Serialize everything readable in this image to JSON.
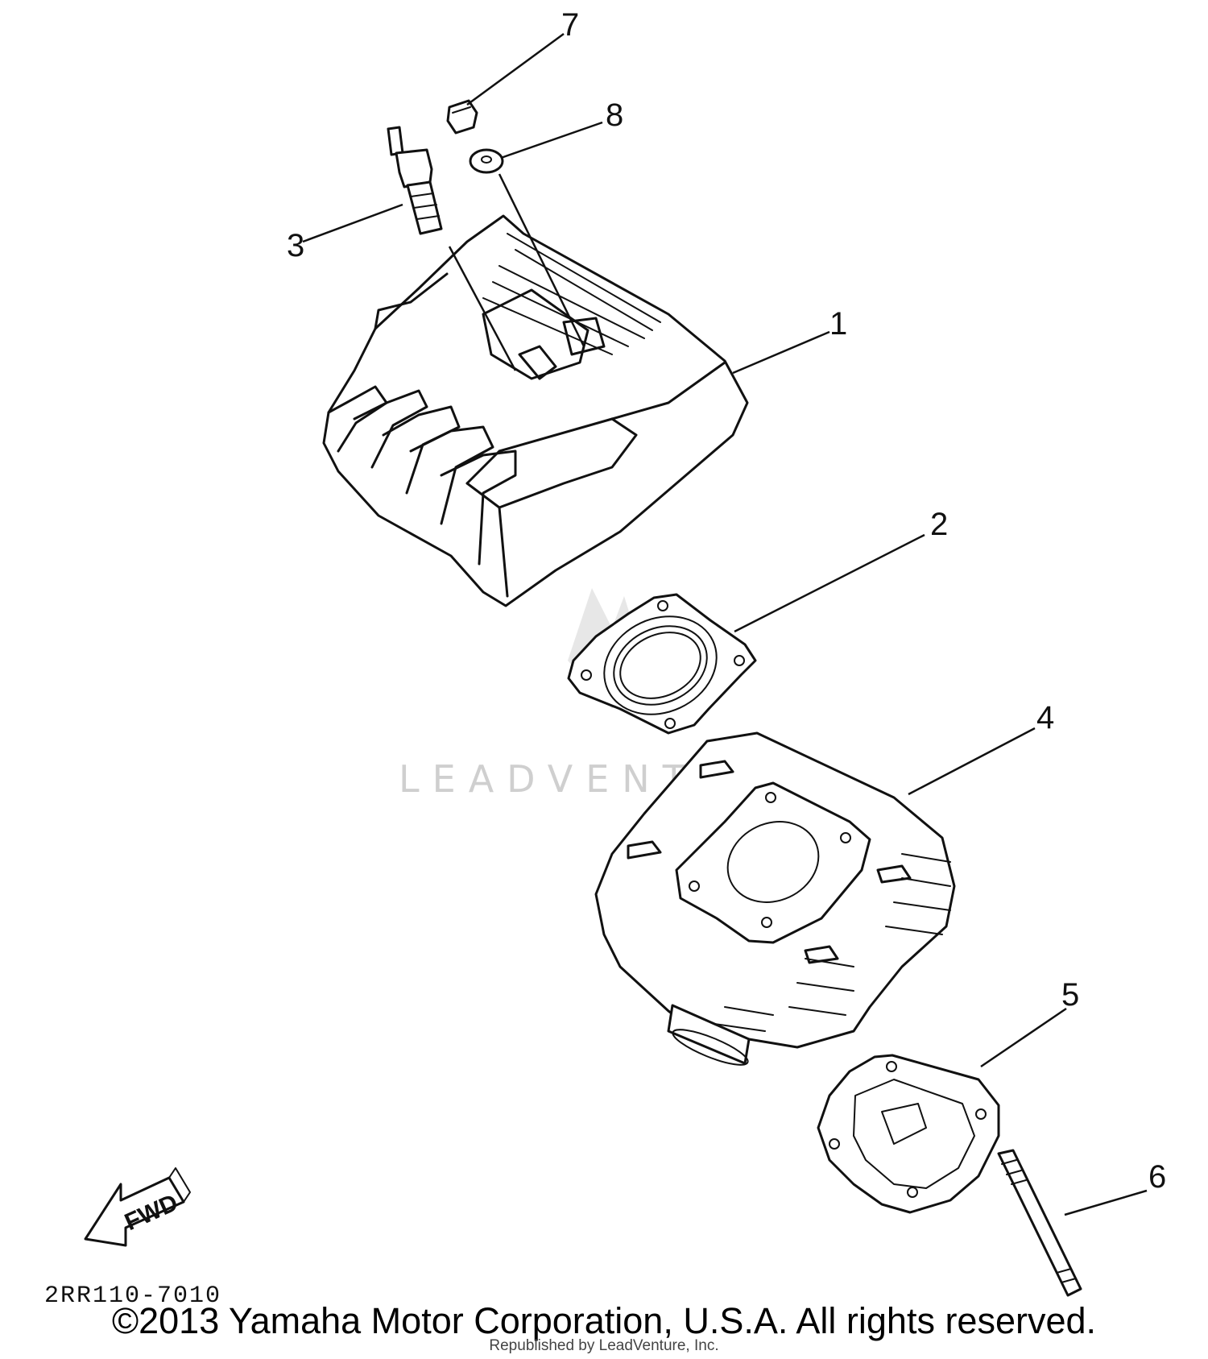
{
  "callouts": {
    "part1": "1",
    "part2": "2",
    "part3": "3",
    "part4": "4",
    "part5": "5",
    "part6": "6",
    "part7": "7",
    "part8": "8"
  },
  "fwd_label": "FWD",
  "diagram_code": "2RR110-7010",
  "watermark": "LEADVENTURE",
  "copyright": "©2013 Yamaha Motor Corporation, U.S.A. All rights reserved.",
  "republished": "Republished by LeadVenture, Inc."
}
